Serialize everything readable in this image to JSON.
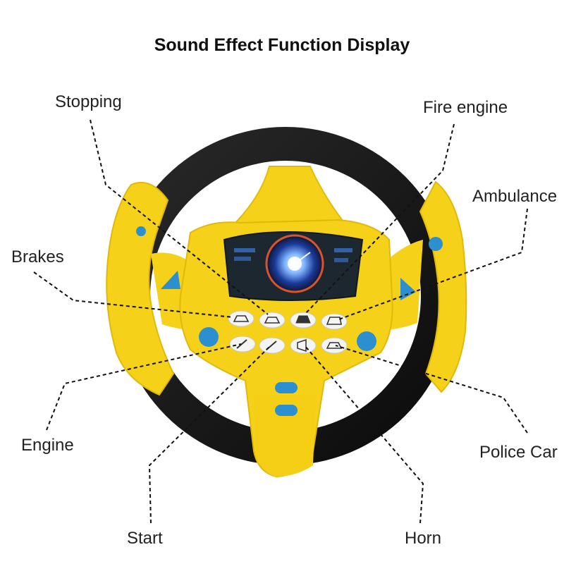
{
  "title": "Sound Effect Function Display",
  "labels": {
    "stopping": "Stopping",
    "fire_engine": "Fire engine",
    "ambulance": "Ambulance",
    "brakes": "Brakes",
    "engine": "Engine",
    "police_car": "Police Car",
    "start": "Start",
    "horn": "Horn"
  },
  "colors": {
    "rim": "#141414",
    "body": "#f6d11a",
    "button_blue": "#2c8fd0",
    "screen": "#1d2730",
    "key": "#f4f4f2",
    "leader": "#111111"
  },
  "icons": {
    "stopping": "car-icon",
    "fire_engine": "fire-truck-icon",
    "ambulance": "ambulance-icon",
    "brakes": "car-front-icon",
    "engine": "wrench-icon",
    "start": "key-icon",
    "horn": "horn-icon",
    "police_car": "police-car-icon"
  }
}
